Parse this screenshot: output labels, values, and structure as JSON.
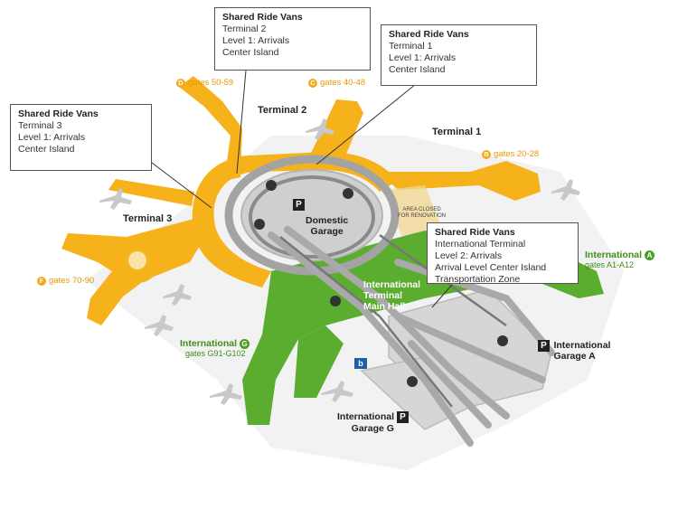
{
  "callouts": {
    "t2": {
      "title": "Shared Ride Vans",
      "lines": [
        "Terminal 2",
        "Level 1: Arrivals",
        "Center Island"
      ]
    },
    "t1": {
      "title": "Shared Ride Vans",
      "lines": [
        "Terminal 1",
        "Level 1: Arrivals",
        "Center Island"
      ]
    },
    "t3": {
      "title": "Shared Ride Vans",
      "lines": [
        "Terminal 3",
        "Level 1: Arrivals",
        "Center Island"
      ]
    },
    "intl": {
      "title": "Shared Ride Vans",
      "lines": [
        "International Terminal",
        "Level 2: Arrivals",
        "Arrival Level Center Island",
        "Transportation Zone"
      ]
    }
  },
  "terminals": {
    "t1": "Terminal 1",
    "t2": "Terminal 2",
    "t3": "Terminal 3"
  },
  "gates": {
    "d": {
      "badge": "D",
      "text": "gates 50-59"
    },
    "c": {
      "badge": "C",
      "text": "gates 40-48"
    },
    "b": {
      "badge": "B",
      "text": "gates 20-28"
    },
    "f": {
      "badge": "F",
      "text": "gates 70-90"
    }
  },
  "international": {
    "a": {
      "label": "International",
      "badge": "A",
      "gates": "gates A1-A12"
    },
    "g": {
      "label": "International",
      "badge": "G",
      "gates": "gates G91-G102"
    }
  },
  "garages": {
    "domestic": {
      "icon": "P",
      "line1": "Domestic",
      "line2": "Garage"
    },
    "intl_a": {
      "icon": "P",
      "line1": "International",
      "line2": "Garage A"
    },
    "intl_g": {
      "icon": "P",
      "line1": "International",
      "line2": "Garage G"
    }
  },
  "main_hall": {
    "line1": "International",
    "line2": "Terminal",
    "line3": "Main Hall"
  },
  "renovation": {
    "line1": "AREA CLOSED",
    "line2": "FOR RENOVATION"
  },
  "bart": {
    "text": "b"
  },
  "colors": {
    "domestic": "#f6b21b",
    "international": "#5aad2e",
    "road": "#a9a9a9",
    "garage": "#cfcfcf"
  }
}
